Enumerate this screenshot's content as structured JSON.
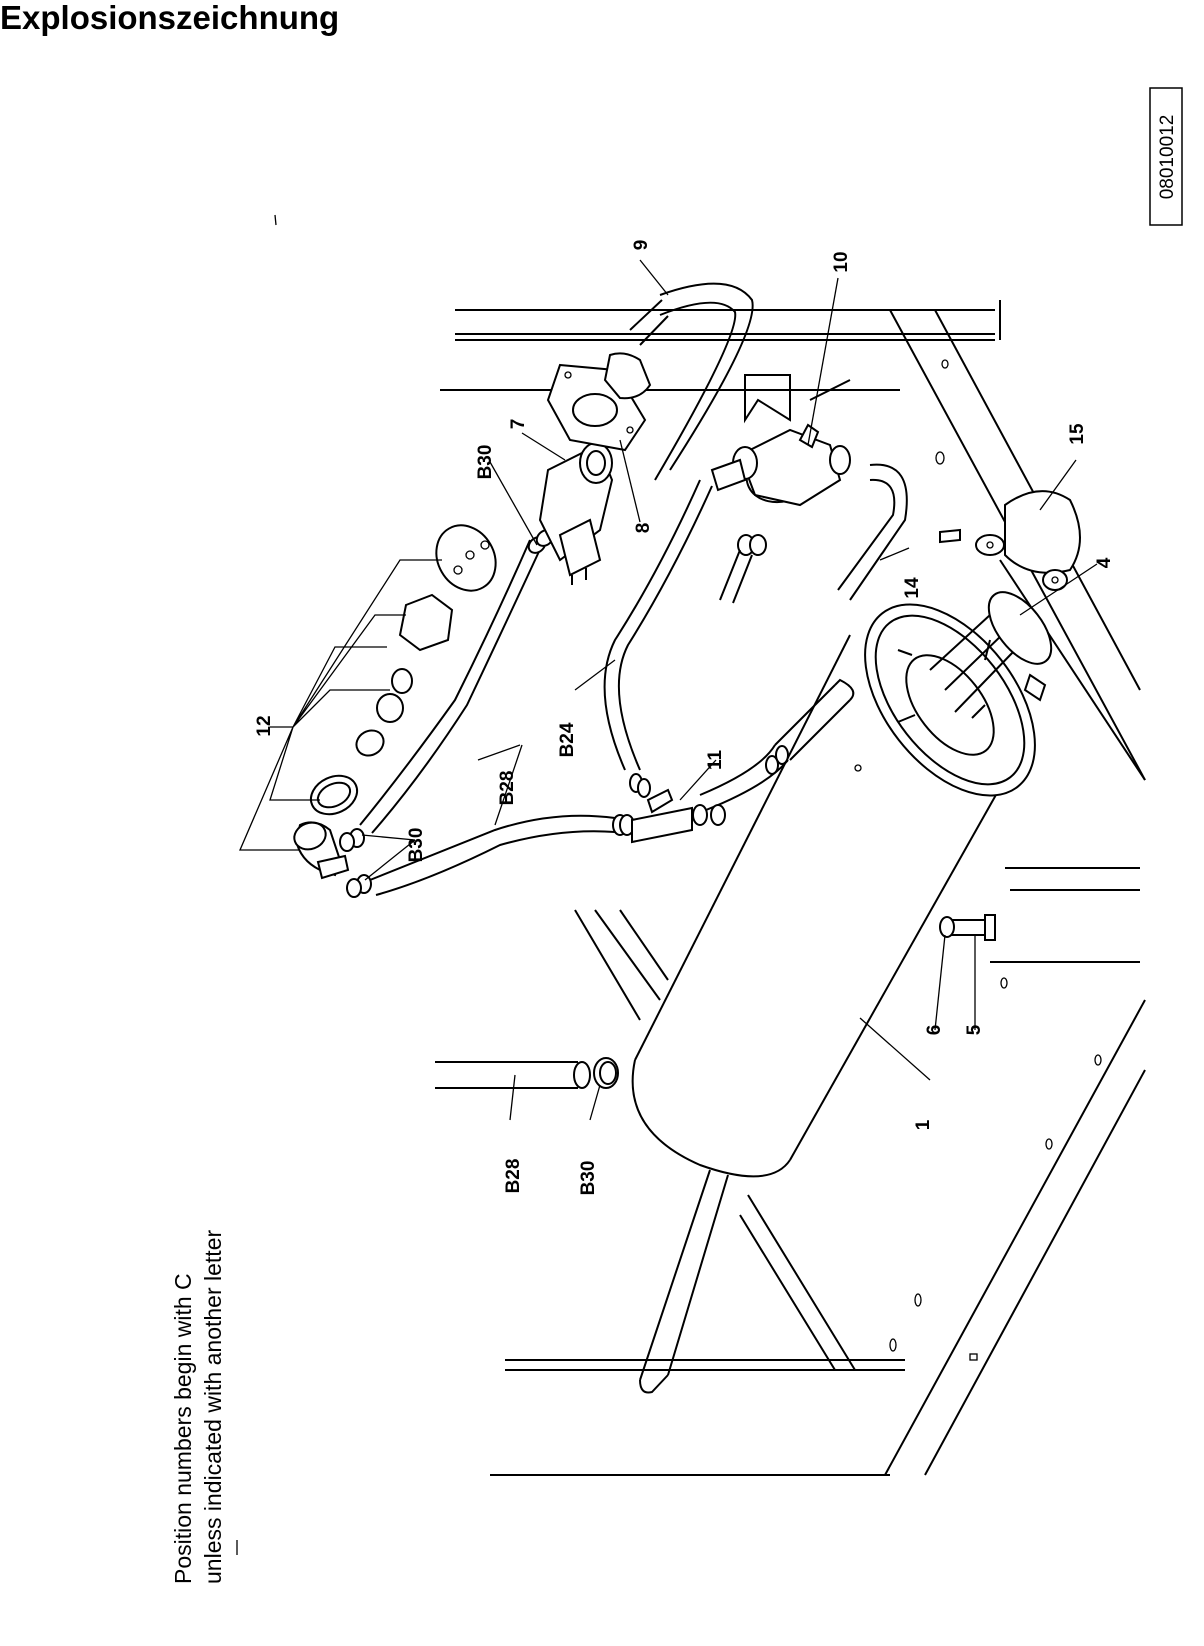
{
  "title": "Explosionszeichnung",
  "drawing_code": "08010012",
  "note": {
    "line1": "Position numbers begin with C",
    "line2": "unless indicated with another letter"
  },
  "callouts": {
    "c1": "1",
    "c4": "4",
    "c5": "5",
    "c6": "6",
    "c7": "7",
    "c8": "8",
    "c9": "9",
    "c10": "10",
    "c11": "11",
    "c12": "12",
    "c14": "14",
    "c15": "15",
    "b24": "B24",
    "b28_upper": "B28",
    "b28_lower": "B28",
    "b30_top": "B30",
    "b30_mid": "B30",
    "b30_bottom": "B30"
  }
}
